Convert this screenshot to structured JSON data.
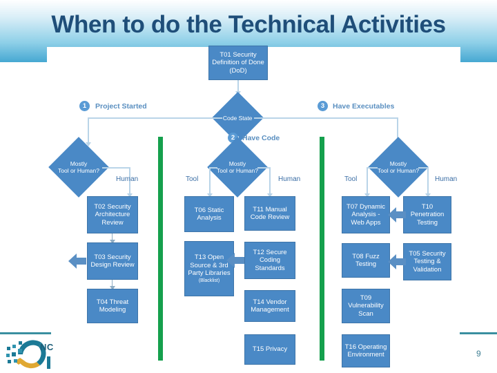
{
  "slide": {
    "title": "When to do the Technical Activities",
    "page_number": "9",
    "logo_text": "NC"
  },
  "colors": {
    "title": "#1f4e79",
    "node_fill": "#4A89C6",
    "node_border": "#3d74a8",
    "green_bar": "#15A04D",
    "connector": "#b9d4e8",
    "edge_label": "#3b6ea5",
    "banner_bottom": "#46a8d2",
    "footer_rule": "#3a8fa0"
  },
  "diagram": {
    "start_node": {
      "label": "T01 Security Definition of Done (DoD)"
    },
    "decisions": [
      {
        "id": "code-state",
        "label": "Code State"
      },
      {
        "id": "decision-left",
        "line1": "Mostly",
        "line2": "Tool or Human?"
      },
      {
        "id": "decision-middle",
        "line1": "Mostly",
        "line2": "Tool or Human?"
      },
      {
        "id": "decision-right",
        "line1": "Mostly",
        "line2": "Tool or Human?"
      }
    ],
    "steps": [
      {
        "number": "1",
        "label": "Project Started"
      },
      {
        "number": "2",
        "label": "Have Code"
      },
      {
        "number": "3",
        "label": "Have Executables"
      }
    ],
    "branch_labels": [
      {
        "id": "branch-human-1",
        "text": "Human"
      },
      {
        "id": "branch-tool-1",
        "text": "Tool"
      },
      {
        "id": "branch-human-2",
        "text": "Human"
      },
      {
        "id": "branch-tool-2",
        "text": "Tool"
      },
      {
        "id": "branch-human-3",
        "text": "Human"
      }
    ],
    "columns": [
      {
        "id": "column-human-design",
        "activities": [
          {
            "id": "t02",
            "label": "T02 Security Architecture Review"
          },
          {
            "id": "t03",
            "label": "T03 Security Design Review"
          },
          {
            "id": "t04",
            "label": "T04 Threat Modeling"
          }
        ]
      },
      {
        "id": "column-tool-code",
        "activities": [
          {
            "id": "t06",
            "label": "T06 Static Analysis"
          },
          {
            "id": "t13",
            "label": "T13 Open Source & 3rd Party Libraries",
            "sublabel": "(Blacklist)"
          }
        ]
      },
      {
        "id": "column-human-code",
        "activities": [
          {
            "id": "t11",
            "label": "T11 Manual Code Review"
          },
          {
            "id": "t12",
            "label": "T12 Secure Coding Standards"
          },
          {
            "id": "t14",
            "label": "T14 Vendor Management"
          },
          {
            "id": "t15",
            "label": "T15 Privacy"
          }
        ]
      },
      {
        "id": "column-tool-exec",
        "activities": [
          {
            "id": "t07",
            "label": "T07 Dynamic Analysis - Web Apps"
          },
          {
            "id": "t08",
            "label": "T08 Fuzz Testing"
          },
          {
            "id": "t09",
            "label": "T09 Vulnerability Scan"
          },
          {
            "id": "t16",
            "label": "T16 Operating Environment"
          }
        ]
      },
      {
        "id": "column-human-exec",
        "activities": [
          {
            "id": "t10",
            "label": "T10 Penetration Testing"
          },
          {
            "id": "t05",
            "label": "T05 Security Testing & Validation"
          }
        ]
      }
    ]
  }
}
